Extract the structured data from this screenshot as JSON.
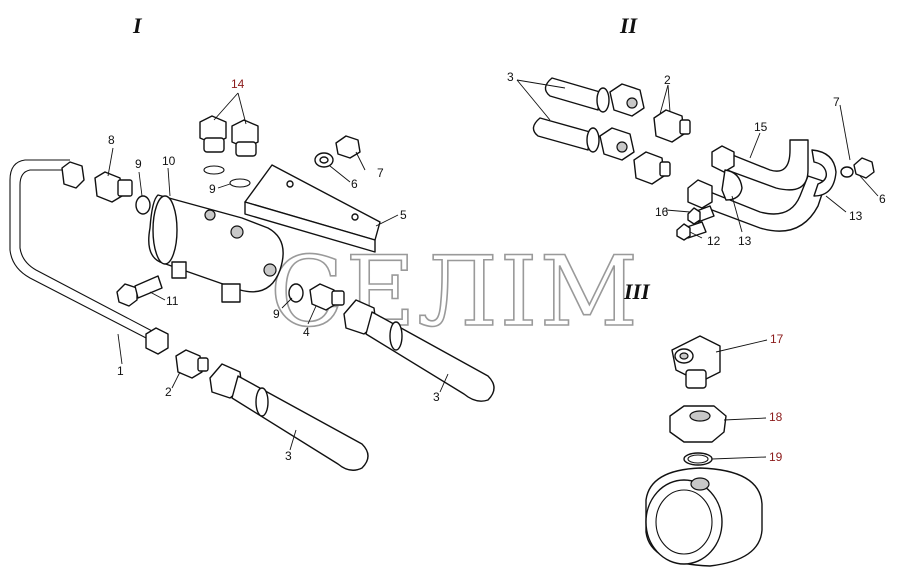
{
  "sections": [
    {
      "id": "I",
      "label": "I"
    },
    {
      "id": "II",
      "label": "II"
    },
    {
      "id": "III",
      "label": "III"
    }
  ],
  "callouts": {
    "s1": [
      "14",
      "8",
      "9",
      "10",
      "9",
      "7",
      "6",
      "5",
      "11",
      "9",
      "4",
      "1",
      "2",
      "3",
      "3"
    ],
    "s2": [
      "3",
      "2",
      "15",
      "7",
      "16",
      "12",
      "13",
      "13",
      "6"
    ],
    "s3": [
      "17",
      "18",
      "19"
    ]
  },
  "watermark": "СЕЛІМ"
}
